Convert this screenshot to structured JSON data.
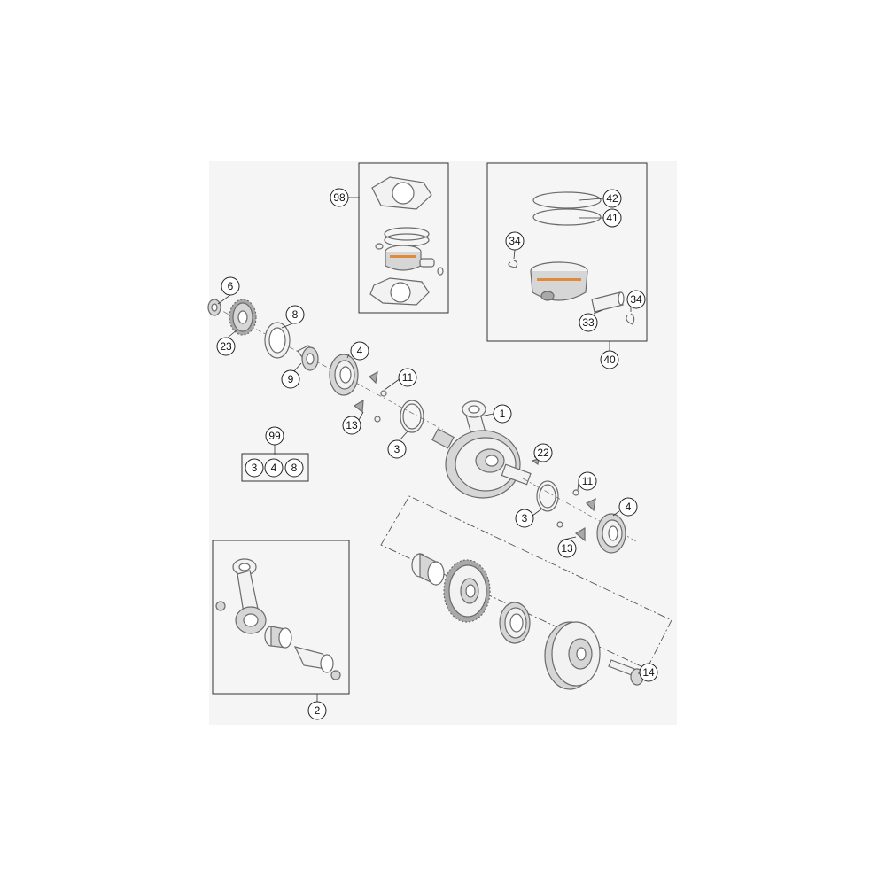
{
  "callouts": [
    {
      "id": "c98",
      "label": "98"
    },
    {
      "id": "c42",
      "label": "42"
    },
    {
      "id": "c41",
      "label": "41"
    },
    {
      "id": "c34a",
      "label": "34"
    },
    {
      "id": "c34b",
      "label": "34"
    },
    {
      "id": "c33",
      "label": "33"
    },
    {
      "id": "c40",
      "label": "40"
    },
    {
      "id": "c6",
      "label": "6"
    },
    {
      "id": "c8",
      "label": "8"
    },
    {
      "id": "c23",
      "label": "23"
    },
    {
      "id": "c4a",
      "label": "4"
    },
    {
      "id": "c9",
      "label": "9"
    },
    {
      "id": "c11a",
      "label": "11"
    },
    {
      "id": "c13a",
      "label": "13"
    },
    {
      "id": "c1",
      "label": "1"
    },
    {
      "id": "c99",
      "label": "99"
    },
    {
      "id": "c99_3",
      "label": "3"
    },
    {
      "id": "c99_4",
      "label": "4"
    },
    {
      "id": "c99_8",
      "label": "8"
    },
    {
      "id": "c3a",
      "label": "3"
    },
    {
      "id": "c22",
      "label": "22"
    },
    {
      "id": "c11b",
      "label": "11"
    },
    {
      "id": "c4b",
      "label": "4"
    },
    {
      "id": "c3b",
      "label": "3"
    },
    {
      "id": "c13b",
      "label": "13"
    },
    {
      "id": "c14",
      "label": "14"
    },
    {
      "id": "c2",
      "label": "2"
    }
  ],
  "colors": {
    "accent": "#e08a3c",
    "outline": "#6b6b6b",
    "background": "#f5f5f5"
  }
}
